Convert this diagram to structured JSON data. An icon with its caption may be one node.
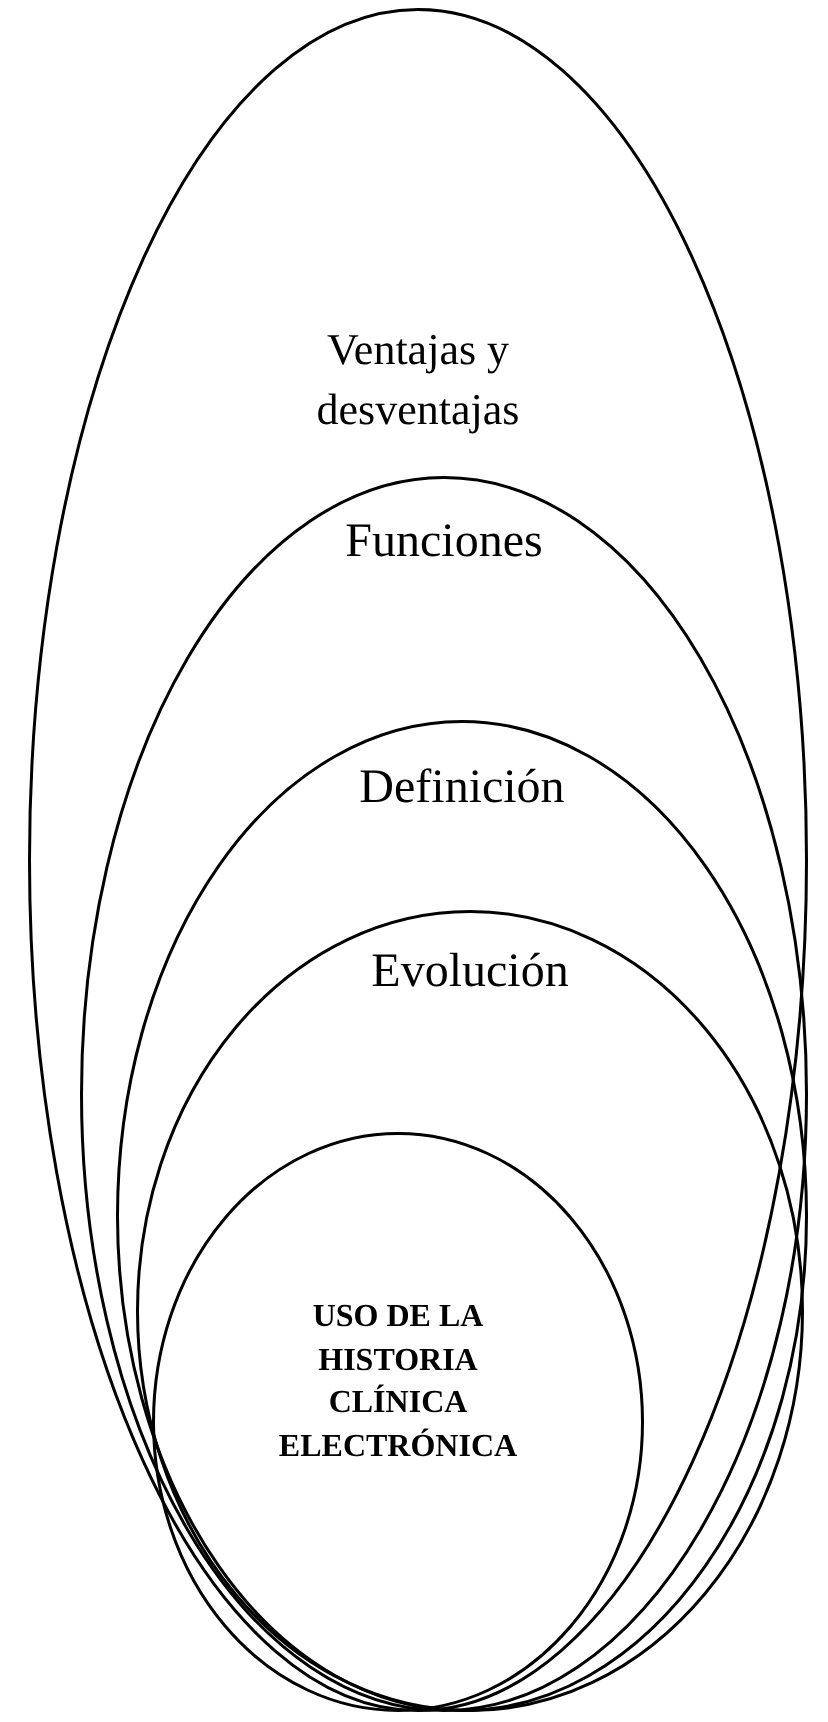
{
  "diagram": {
    "nodes": [
      {
        "text": [
          "Ventajas y desventajas"
        ]
      },
      {
        "text": [
          "Funciones"
        ],
        "in": 0
      },
      {
        "text": [
          "Definición"
        ],
        "in": 1
      },
      {
        "text": [
          "Evolución"
        ],
        "in": 2
      },
      {
        "text": [
          "USO DE LA HISTORIA CLÍNICA ELECTRÓNICA"
        ],
        "in": 3
      }
    ]
  }
}
